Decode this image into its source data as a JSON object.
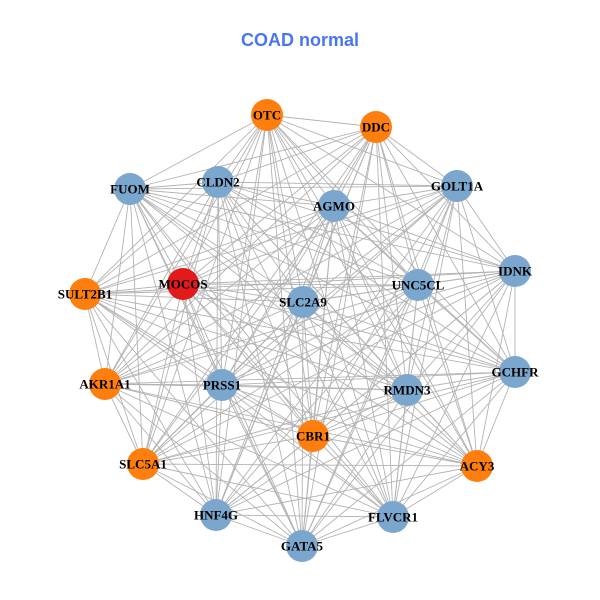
{
  "title": "COAD normal",
  "colors": {
    "title": "#4a76f0",
    "blue": "#7ba7cf",
    "orange": "#ff7f0e",
    "red": "#e31a1c",
    "edge": "#b3b3b3"
  },
  "nodes": [
    {
      "id": "OTC",
      "group": "orange"
    },
    {
      "id": "DDC",
      "group": "orange"
    },
    {
      "id": "FUOM",
      "group": "blue"
    },
    {
      "id": "CLDN2",
      "group": "blue"
    },
    {
      "id": "AGMO",
      "group": "blue"
    },
    {
      "id": "GOLT1A",
      "group": "blue"
    },
    {
      "id": "IDNK",
      "group": "blue"
    },
    {
      "id": "MOCOS",
      "group": "red"
    },
    {
      "id": "UNC5CL",
      "group": "blue"
    },
    {
      "id": "SULT2B1",
      "group": "orange"
    },
    {
      "id": "SLC2A9",
      "group": "blue"
    },
    {
      "id": "GCHFR",
      "group": "blue"
    },
    {
      "id": "AKR1A1",
      "group": "orange"
    },
    {
      "id": "PRSS1",
      "group": "blue"
    },
    {
      "id": "RMDN3",
      "group": "blue"
    },
    {
      "id": "CBR1",
      "group": "orange"
    },
    {
      "id": "ACY3",
      "group": "orange"
    },
    {
      "id": "SLC5A1",
      "group": "orange"
    },
    {
      "id": "HNF4G",
      "group": "blue"
    },
    {
      "id": "FLVCR1",
      "group": "blue"
    },
    {
      "id": "GATA5",
      "group": "blue"
    }
  ],
  "edges": "all-pairs"
}
